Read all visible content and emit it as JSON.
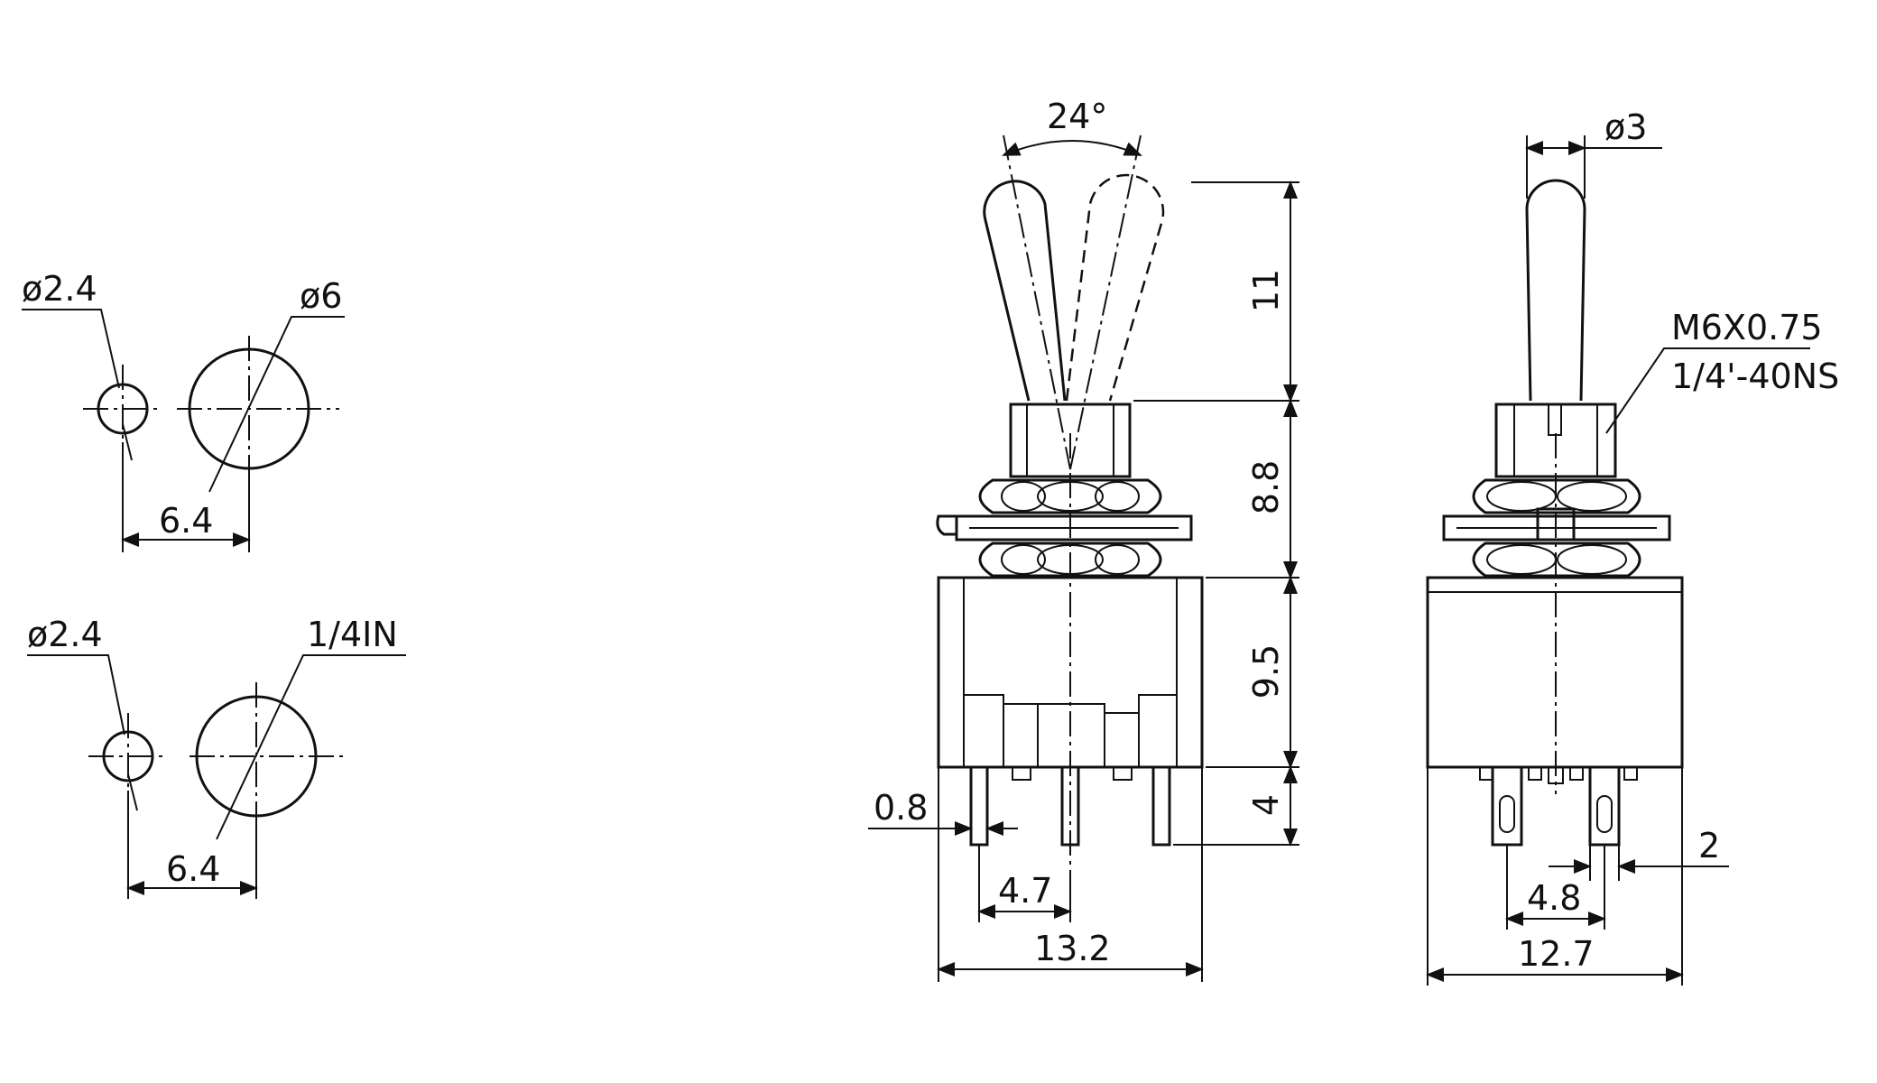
{
  "diagram": {
    "panel_hole_metric": {
      "small_hole_dia": "ø2.4",
      "main_hole_dia": "ø6",
      "spacing": "6.4"
    },
    "panel_hole_imperial": {
      "small_hole_dia": "ø2.4",
      "main_hole_dia": "1/4IN",
      "spacing": "6.4"
    },
    "front_view": {
      "lever_angle": "24°",
      "lever_height": "11",
      "bushing_height": "8.8",
      "body_height": "9.5",
      "terminal_length": "4",
      "terminal_width": "0.8",
      "terminal_pitch": "4.7",
      "body_width": "13.2"
    },
    "side_view": {
      "lever_dia": "ø3",
      "thread_metric": "M6X0.75",
      "thread_imperial": "1/4'-40NS",
      "terminal_width": "2",
      "terminal_pitch": "4.8",
      "body_width": "12.7"
    }
  }
}
